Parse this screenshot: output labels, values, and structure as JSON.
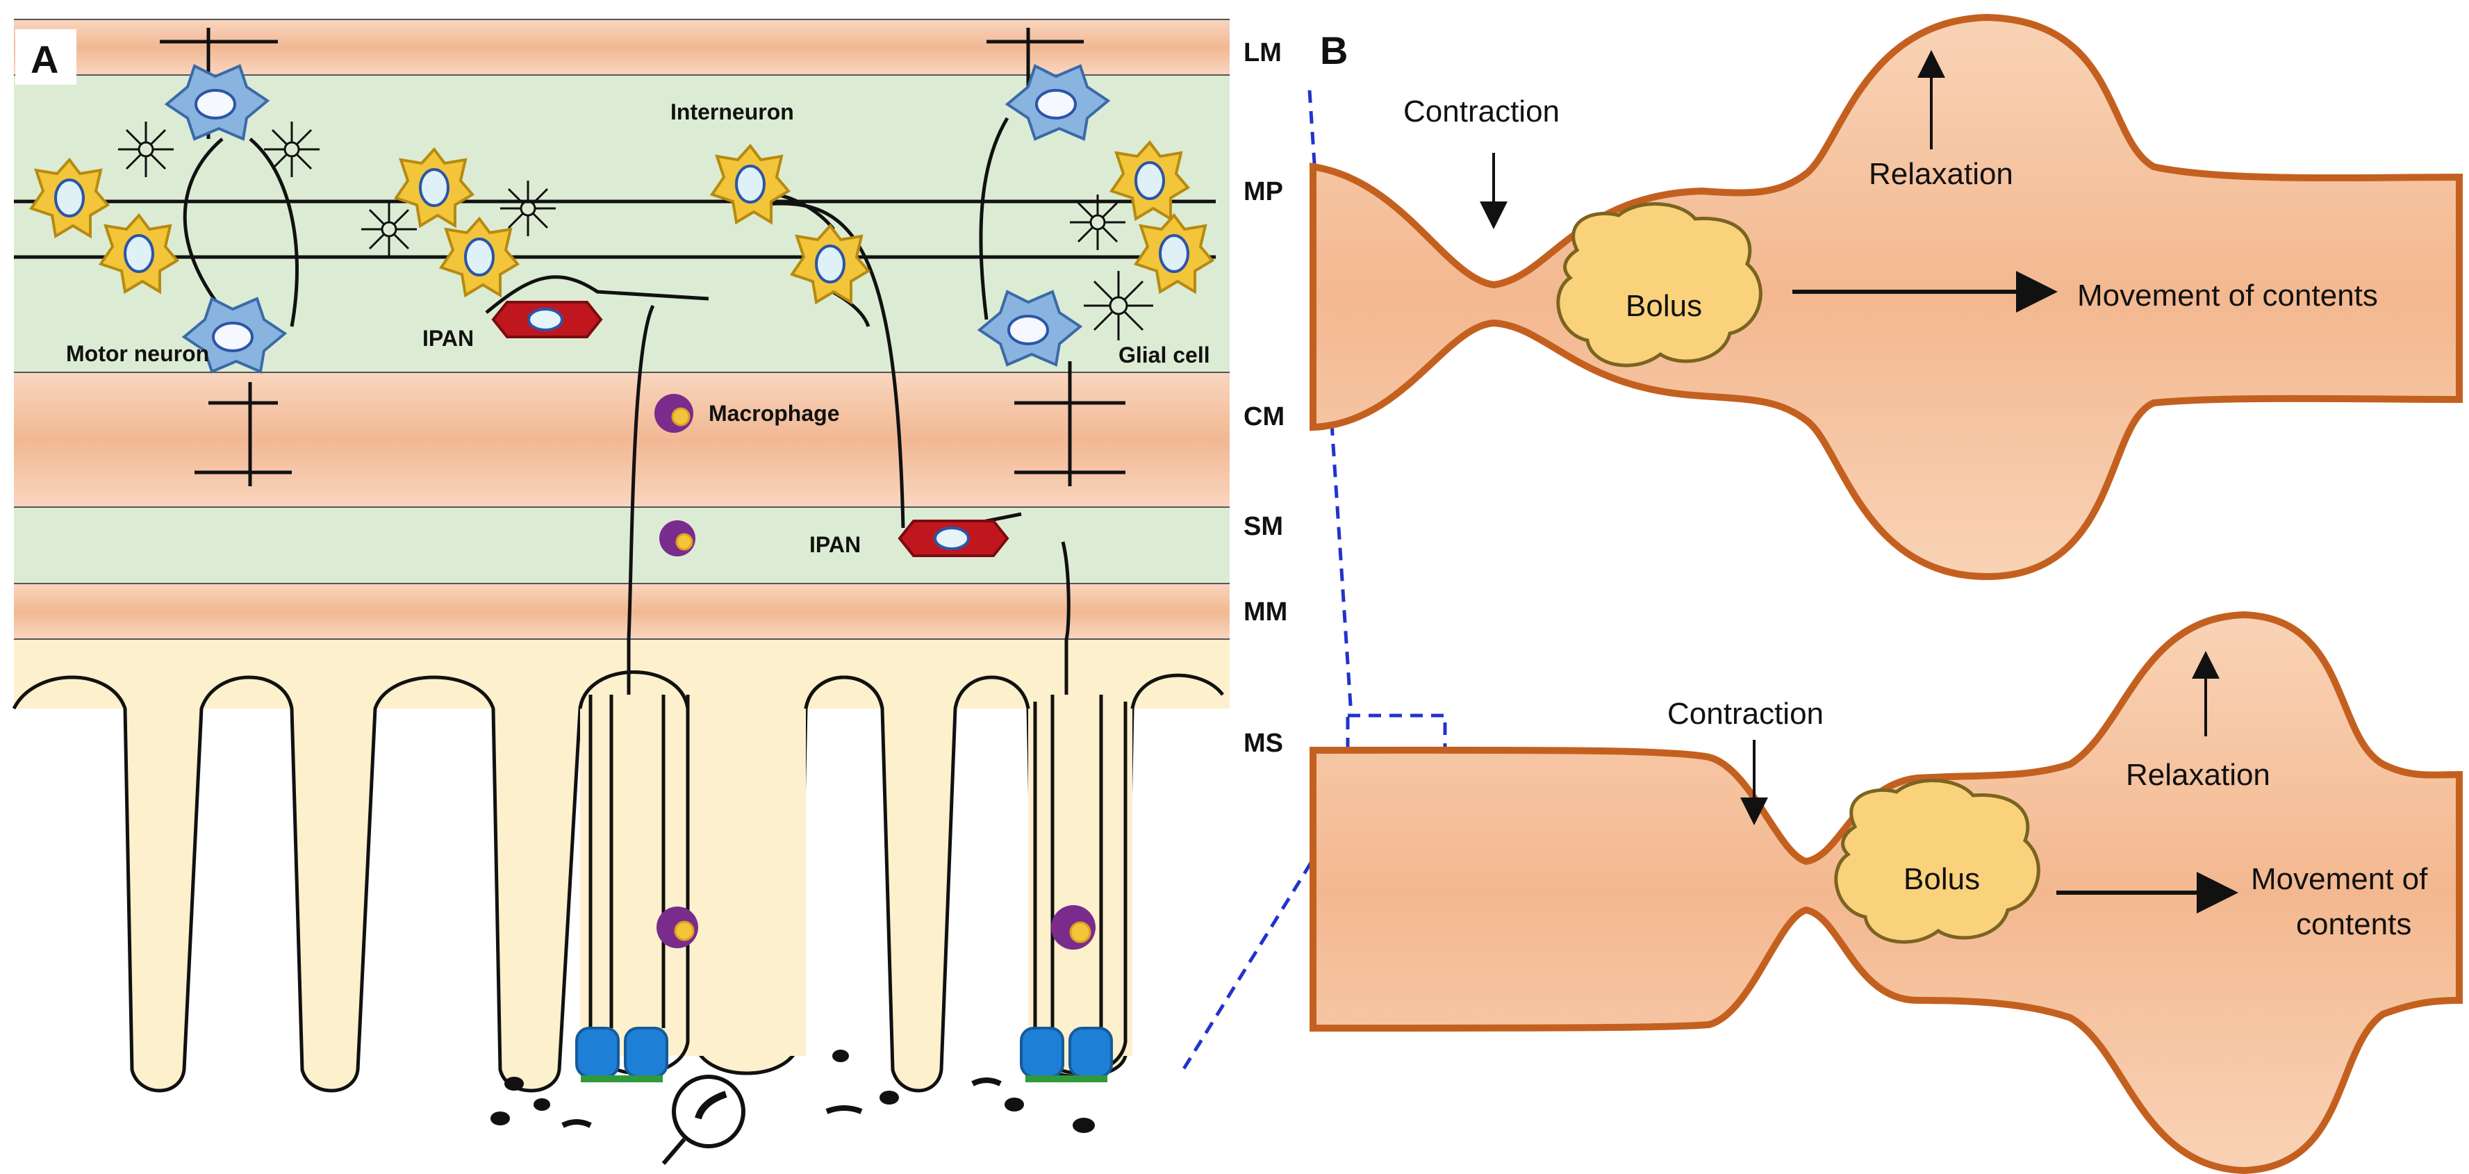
{
  "panels": {
    "a": {
      "letter": "A",
      "layers": [
        {
          "abbr": "LM",
          "color": "#f4c2a4"
        },
        {
          "abbr": "MP",
          "color": "#dcecd4"
        },
        {
          "abbr": "CM",
          "color": "#f4c2a4"
        },
        {
          "abbr": "SM",
          "color": "#dcecd4"
        },
        {
          "abbr": "MM",
          "color": "#f4c2a4"
        },
        {
          "abbr": "MS",
          "color": "#fdf0cc"
        }
      ],
      "cells": {
        "interneuron": "Interneuron",
        "motor_neuron": "Motor neuron",
        "glial_cell": "Glial cell",
        "ipan_top": "IPAN",
        "ipan_bottom": "IPAN",
        "macrophage": "Macrophage"
      }
    },
    "b": {
      "letter": "B",
      "top": {
        "contraction": "Contraction",
        "relaxation": "Relaxation",
        "bolus": "Bolus",
        "movement": "Movement of contents"
      },
      "bottom": {
        "contraction": "Contraction",
        "relaxation": "Relaxation",
        "bolus": "Bolus",
        "movement_line1": "Movement of",
        "movement_line2": "contents"
      }
    }
  },
  "colors": {
    "tube_fill": "#f6c4a2",
    "tube_stroke": "#c4601f",
    "bolus_fill": "#fbd27c",
    "neuron_yellow": "#f2c53a",
    "neuron_blue": "#8ab4e0",
    "ipan_red": "#c0171f",
    "macrophage": "#7a2c8c",
    "dashed_blue": "#2233cc"
  }
}
